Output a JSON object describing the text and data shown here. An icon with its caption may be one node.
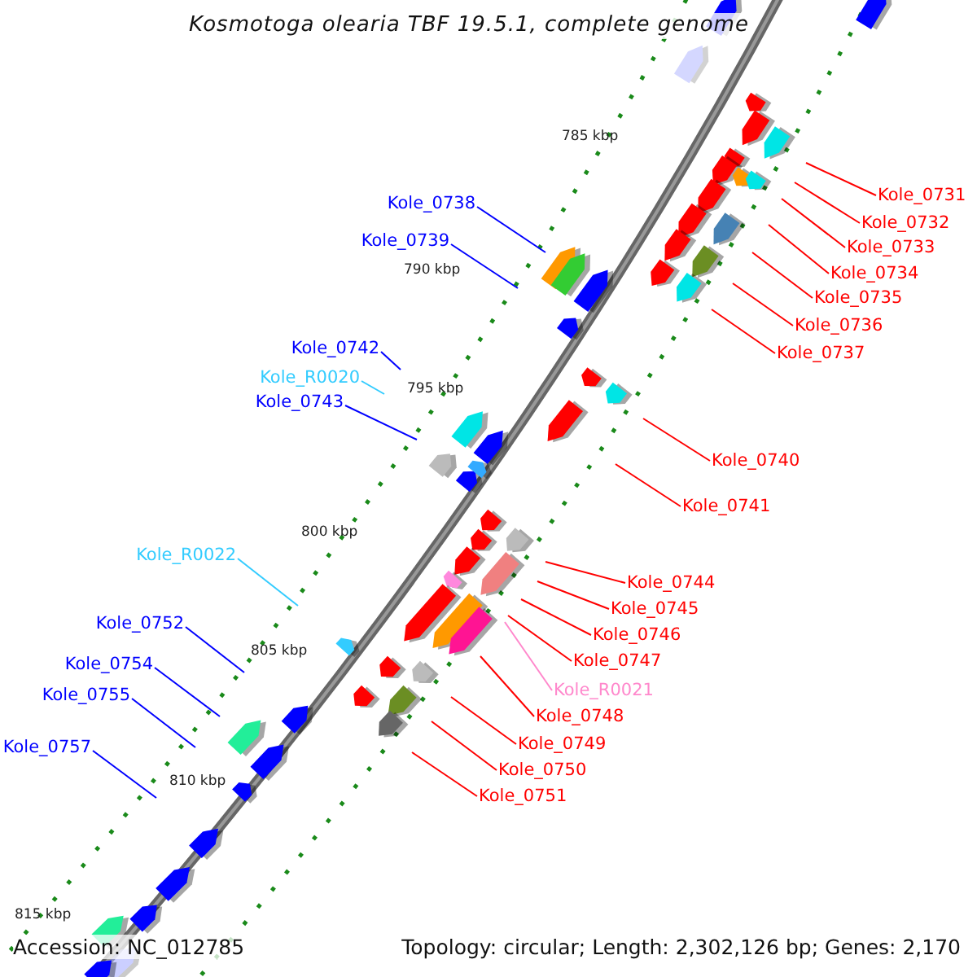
{
  "diagram": {
    "title": "Kosmotoga olearia TBF 19.5.1, complete genome",
    "nodes": [
      {
        "text": [
          "Kole_0731"
        ]
      },
      {
        "text": [
          "Kole_0732"
        ]
      },
      {
        "text": [
          "Kole_0733"
        ]
      },
      {
        "text": [
          "Kole_0734"
        ]
      },
      {
        "text": [
          "Kole_0735"
        ]
      },
      {
        "text": [
          "Kole_0736"
        ]
      },
      {
        "text": [
          "Kole_0737"
        ]
      },
      {
        "text": [
          "Kole_0738"
        ]
      },
      {
        "text": [
          "Kole_0739"
        ]
      },
      {
        "text": [
          "Kole_0742"
        ]
      },
      {
        "text": [
          "Kole_R0020"
        ]
      },
      {
        "text": [
          "Kole_0743"
        ]
      },
      {
        "text": [
          "Kole_0740"
        ]
      },
      {
        "text": [
          "Kole_0741"
        ]
      },
      {
        "text": [
          "Kole_0744"
        ]
      },
      {
        "text": [
          "Kole_0745"
        ]
      },
      {
        "text": [
          "Kole_0746"
        ]
      },
      {
        "text": [
          "Kole_0747"
        ]
      },
      {
        "text": [
          "Kole_R0021"
        ]
      },
      {
        "text": [
          "Kole_0748"
        ]
      },
      {
        "text": [
          "Kole_0749"
        ]
      },
      {
        "text": [
          "Kole_0750"
        ]
      },
      {
        "text": [
          "Kole_0751"
        ]
      },
      {
        "text": [
          "Kole_R0022"
        ]
      },
      {
        "text": [
          "Kole_0752"
        ]
      },
      {
        "text": [
          "Kole_0754"
        ]
      },
      {
        "text": [
          "Kole_0755"
        ]
      },
      {
        "text": [
          "Kole_0757"
        ]
      }
    ],
    "edges": [
      {
        "from": 0,
        "to": null,
        "arrow": "none"
      },
      {
        "from": 1,
        "to": null,
        "arrow": "none"
      },
      {
        "from": 2,
        "to": null,
        "arrow": "none"
      },
      {
        "from": 3,
        "to": null,
        "arrow": "none"
      },
      {
        "from": 4,
        "to": null,
        "arrow": "none"
      },
      {
        "from": 5,
        "to": null,
        "arrow": "none"
      },
      {
        "from": 6,
        "to": null,
        "arrow": "none"
      },
      {
        "from": 7,
        "to": null,
        "arrow": "none",
        "color": "#0000ff"
      },
      {
        "from": 8,
        "to": null,
        "arrow": "none",
        "color": "#0000ff"
      },
      {
        "from": 9,
        "to": null,
        "arrow": "none",
        "color": "#0000ff"
      },
      {
        "from": 10,
        "to": null,
        "arrow": "none",
        "color": "#33ccff"
      },
      {
        "from": 11,
        "to": null,
        "arrow": "none",
        "color": "#0000ff"
      },
      {
        "from": 12,
        "to": null,
        "arrow": "none"
      },
      {
        "from": 13,
        "to": null,
        "arrow": "none"
      },
      {
        "from": 14,
        "to": null,
        "arrow": "none"
      },
      {
        "from": 15,
        "to": null,
        "arrow": "none"
      },
      {
        "from": 16,
        "to": null,
        "arrow": "none"
      },
      {
        "from": 17,
        "to": null,
        "arrow": "none"
      },
      {
        "from": 18,
        "to": null,
        "arrow": "none",
        "color": "#ff88cc"
      },
      {
        "from": 19,
        "to": null,
        "arrow": "none"
      },
      {
        "from": 20,
        "to": null,
        "arrow": "none"
      },
      {
        "from": 21,
        "to": null,
        "arrow": "none"
      },
      {
        "from": 22,
        "to": null,
        "arrow": "none"
      },
      {
        "from": 23,
        "to": null,
        "arrow": "none",
        "color": "#33ccff"
      },
      {
        "from": 24,
        "to": null,
        "arrow": "none",
        "color": "#0000ff"
      },
      {
        "from": 25,
        "to": null,
        "arrow": "none",
        "color": "#0000ff"
      },
      {
        "from": 26,
        "to": null,
        "arrow": "none",
        "color": "#0000ff"
      },
      {
        "from": 27,
        "to": null,
        "arrow": "none",
        "color": "#0000ff"
      }
    ],
    "labels": [
      "785 kbp",
      "790 kbp",
      "795 kbp",
      "800 kbp",
      "805 kbp",
      "810 kbp",
      "815 kbp",
      "Accession: NC_012785",
      "Topology: circular; Length: 2,302,126 bp; Genes: 2,170"
    ]
  }
}
